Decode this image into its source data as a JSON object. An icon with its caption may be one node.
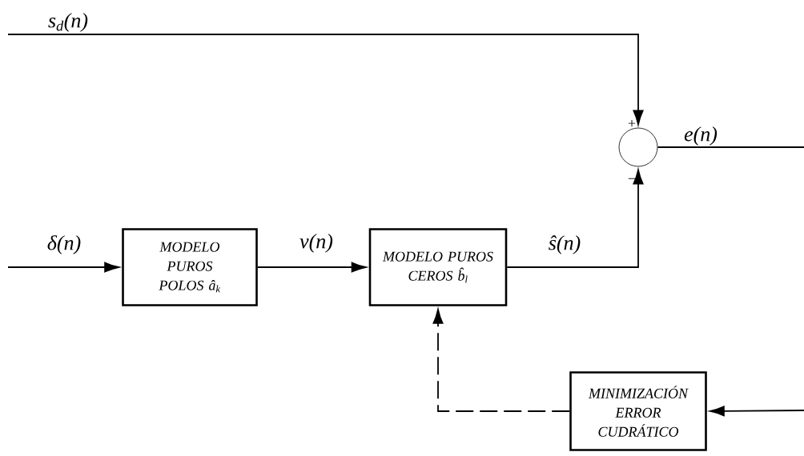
{
  "diagram": {
    "nodes": [
      {
        "text": [
          "MODELO PUROS POLOS â$_{k}$"
        ]
      },
      {
        "text": [
          "MODELO PUROS CEROS b̂$_{l}$"
        ]
      },
      {
        "text": [],
        "shape": "circle"
      },
      {
        "text": [
          "MINIMIZACIÓN ERROR CUDRÁTICO"
        ]
      }
    ],
    "edges": [
      {
        "from": null,
        "to": 2,
        "arrow": "to",
        "label": "s$_{d}$(n)"
      },
      {
        "from": null,
        "to": 0,
        "arrow": "to",
        "label": "δ(n)"
      },
      {
        "from": 0,
        "to": 1,
        "arrow": "to",
        "label": "v(n)"
      },
      {
        "from": 1,
        "to": 2,
        "arrow": "to",
        "label": "ŝ(n)"
      },
      {
        "from": 2,
        "to": null,
        "arrow": "none",
        "label": "e(n)"
      },
      {
        "from": 3,
        "to": 1,
        "arrow": "to",
        "style": "dashed"
      },
      {
        "from": null,
        "to": 3,
        "arrow": "to"
      }
    ],
    "labels": [
      "+",
      "−"
    ]
  }
}
